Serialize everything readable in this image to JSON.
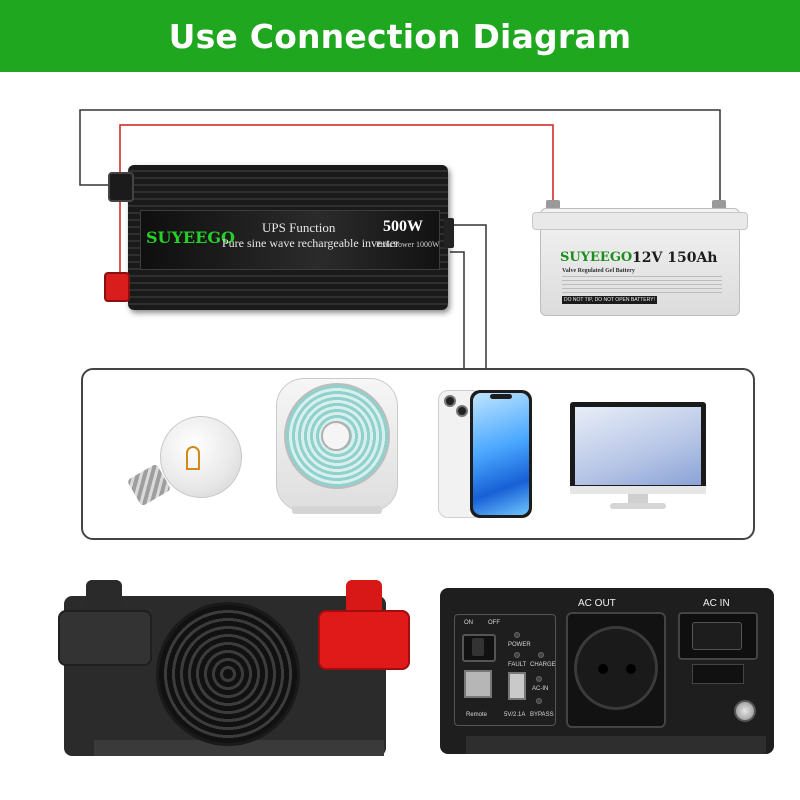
{
  "header": {
    "title": "Use Connection Diagram",
    "bg_color": "#1fa81f",
    "text_color": "#ffffff"
  },
  "wires": {
    "negative_color": "#333333",
    "positive_color": "#d21f1f"
  },
  "inverter": {
    "brand": "SUYEEGO",
    "function": "UPS Function",
    "description": "Pure sine wave rechargeable inverter",
    "rating": "500W",
    "peak": "Peak Power 1000W"
  },
  "battery": {
    "brand": "SUYEEGO",
    "rating": "12V 150Ah",
    "subtitle": "Valve Regulated Gel Battery",
    "warning": "DO NOT TIP, DO NOT OPEN BATTERY!"
  },
  "loads": {
    "items": [
      "light-bulb",
      "desk-fan",
      "smartphone",
      "computer-monitor"
    ]
  },
  "ac_panel": {
    "ac_out": "AC OUT",
    "ac_in": "AC IN",
    "on": "ON",
    "off": "OFF",
    "power": "POWER",
    "fault": "FAULT",
    "charge": "CHARGE",
    "ac_in_led": "AC-IN",
    "remote": "Remote",
    "usb": "5V/2.1A",
    "bypass": "BYPASS"
  }
}
